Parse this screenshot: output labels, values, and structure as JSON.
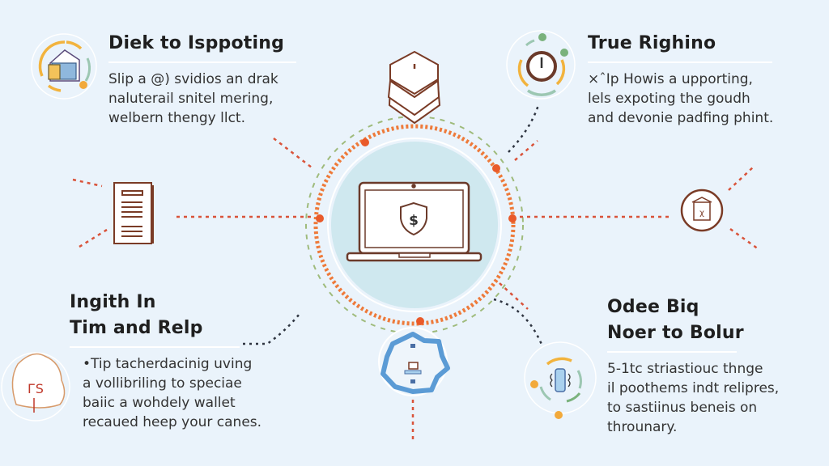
{
  "diagram": {
    "center": {
      "icon": "laptop-with-dollar-shield-icon",
      "colors": {
        "disc": "#cfe8ef",
        "ring_orange": "#ee7a3a",
        "ring_green": "#9fbb7c",
        "node_red": "#e95a2a",
        "stroke": "#6b3a2a"
      }
    },
    "top_node": {
      "icon": "stacked-hexagon-layers-icon"
    },
    "bottom_node": {
      "icon": "blue-badge-computer-icon"
    },
    "left_node": {
      "icon": "document-icon"
    },
    "right_node": {
      "icon": "circle-emblem-icon"
    },
    "sections": {
      "top_left": {
        "icon": "wallet-house-cycle-icon",
        "title": "Diek to Isppoting",
        "lines": [
          "Slip a @) svidios an drak",
          "naluterail snitel mering,",
          "welbern thengy llct."
        ]
      },
      "top_right": {
        "icon": "clock-cycle-icon",
        "title": "True Righino",
        "lines": [
          "×ˆIp Howis a upporting,",
          "lels expoting the goudh",
          "and devonie padfing phint."
        ]
      },
      "bottom_left": {
        "icon": "hand-drawn-pouch-icon",
        "title_lines": [
          "Ingith In",
          "Tim and Relp"
        ],
        "lines": [
          "•Tip tacherdacinig uving",
          "a vollibriling to speciae",
          "baiic a wohdely wallet",
          "recaued heep your canes."
        ]
      },
      "bottom_right": {
        "icon": "device-cycle-icon",
        "title_lines": [
          "Odee Biq",
          "Noer to Bolur"
        ],
        "lines": [
          "5-1tc striastiouc thnge",
          "il poothems indt relipres,",
          "to sastiinus beneis on",
          "throunary."
        ]
      }
    }
  }
}
